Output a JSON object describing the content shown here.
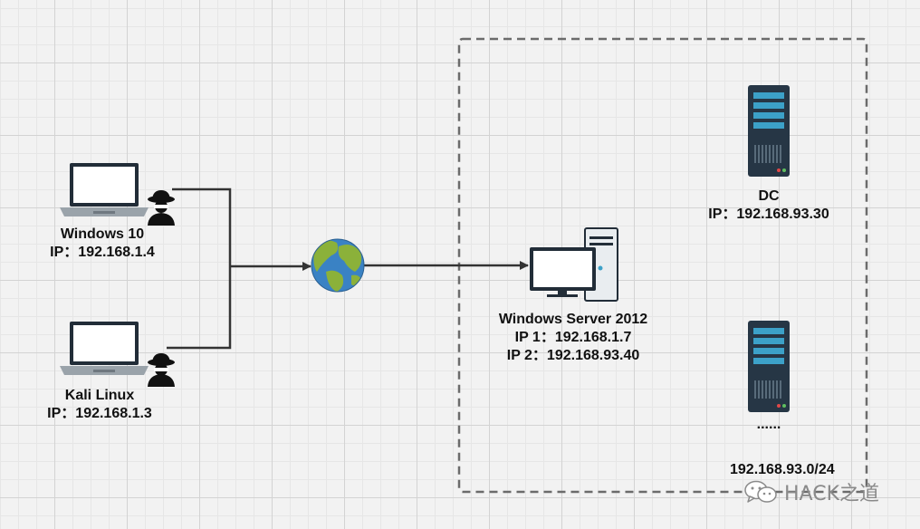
{
  "nodes": {
    "windows10": {
      "name": "Windows 10",
      "ip": "IP：192.168.1.4"
    },
    "kali": {
      "name": "Kali Linux",
      "ip": "IP：192.168.1.3"
    },
    "server": {
      "name": "Windows Server 2012",
      "ip1": "IP 1：192.168.1.7",
      "ip2": "IP 2：192.168.93.40"
    },
    "dc": {
      "name": "DC",
      "ip": "IP：192.168.93.30"
    },
    "more": {
      "name": "......"
    }
  },
  "subnet": {
    "label": "192.168.93.0/24"
  },
  "watermark": {
    "text": "HACK之道",
    "icon": "wechat-icon"
  },
  "icons": {
    "laptop": "laptop-icon",
    "hacker": "hacker-icon",
    "internet": "globe-icon",
    "workstation": "desktop-computer-icon",
    "server": "server-tower-icon"
  },
  "colors": {
    "line": "#333333",
    "dash": "#6b6b6b",
    "server_body": "#263645",
    "server_accent": "#3ca1c8",
    "globe_ocean": "#3a82c4",
    "globe_land": "#8bb13a"
  }
}
